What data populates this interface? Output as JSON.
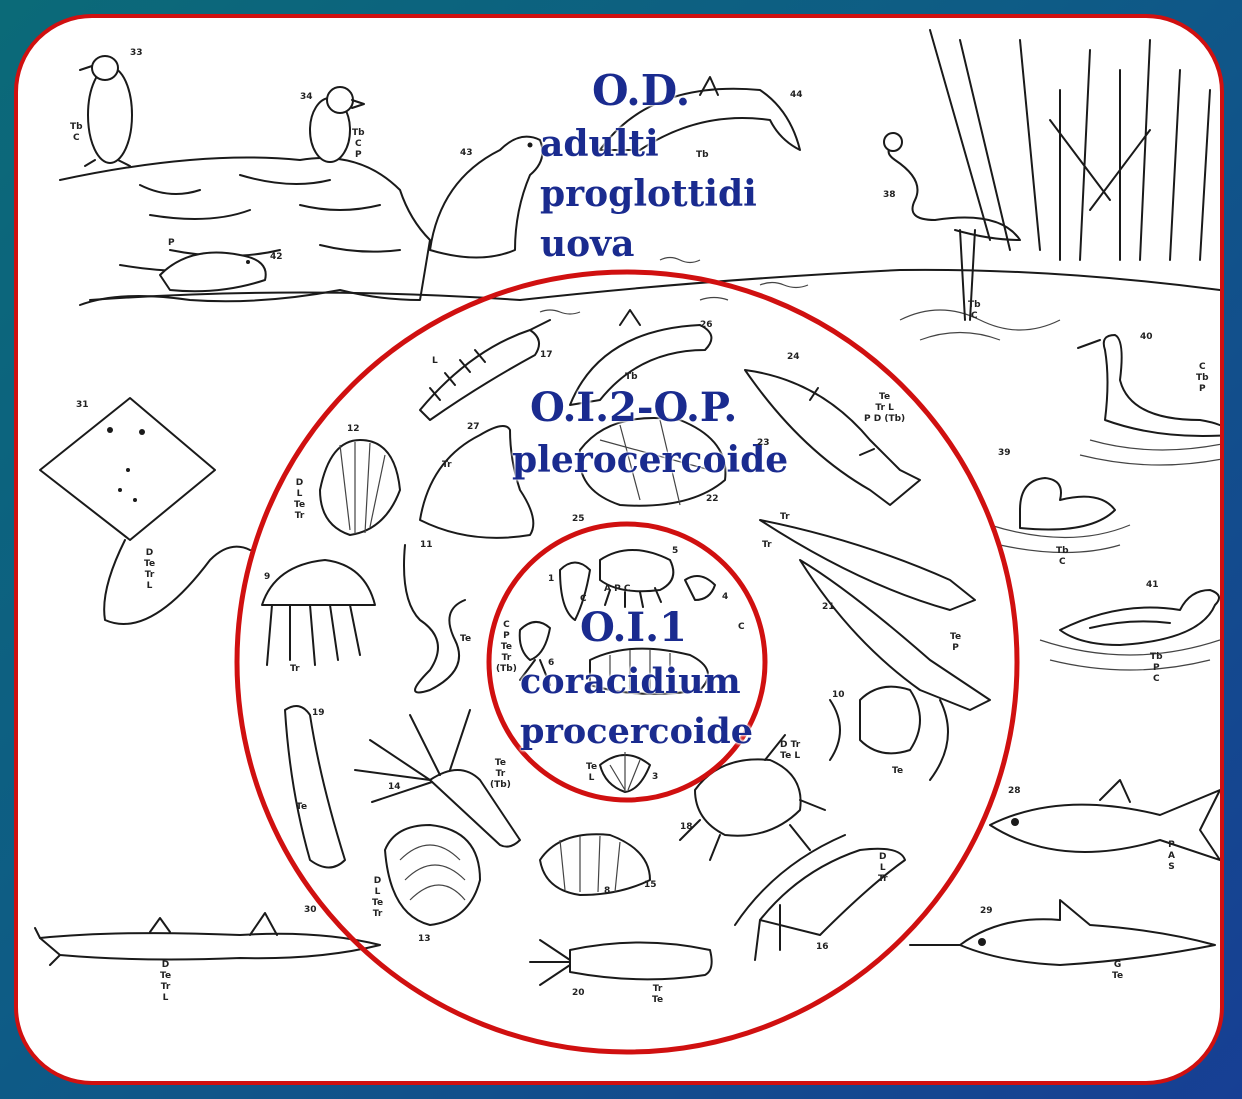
{
  "zones": {
    "outer": {
      "title": "O.D.",
      "lines": [
        "adulti",
        "proglottidi",
        "uova"
      ]
    },
    "middle": {
      "title": "O.I.2-O.P.",
      "subtitle": "plerocercoide"
    },
    "inner": {
      "title": "O.I.1",
      "lines": [
        "coracidium",
        "procercoide"
      ]
    }
  },
  "colors": {
    "ring": "#d01010",
    "label": "#1a2b8f"
  },
  "organisms": [
    {
      "id": "33",
      "codes": "Tb\nC"
    },
    {
      "id": "34",
      "codes": "Tb\nC\nP"
    },
    {
      "id": "42",
      "codes": "P"
    },
    {
      "id": "43",
      "codes": ""
    },
    {
      "id": "44",
      "codes": "Tb"
    },
    {
      "id": "38",
      "codes": "Tb\nC"
    },
    {
      "id": "40",
      "codes": "C\nTb\nP"
    },
    {
      "id": "39",
      "codes": "Tb\nC"
    },
    {
      "id": "41",
      "codes": "Tb\nP\nC"
    },
    {
      "id": "31",
      "codes": "D\nTe\nTr\nL"
    },
    {
      "id": "28",
      "codes": "P\nA\nS"
    },
    {
      "id": "29",
      "codes": "G\nTe"
    },
    {
      "id": "30",
      "codes": "D\nTe\nTr\nL"
    },
    {
      "id": "17",
      "codes": "L"
    },
    {
      "id": "26",
      "codes": "Tb"
    },
    {
      "id": "24",
      "codes": "Te\nTr L\nP D (Tb)"
    },
    {
      "id": "12",
      "codes": "D\nL\nTe\nTr"
    },
    {
      "id": "27",
      "codes": "Tr"
    },
    {
      "id": "23",
      "codes": "Tr"
    },
    {
      "id": "25",
      "codes": ""
    },
    {
      "id": "22",
      "codes": "Tr"
    },
    {
      "id": "9",
      "codes": "Tr"
    },
    {
      "id": "11",
      "codes": "Te"
    },
    {
      "id": "21",
      "codes": "Te\nP"
    },
    {
      "id": "10",
      "codes": "Te"
    },
    {
      "id": "19",
      "codes": "Te"
    },
    {
      "id": "14",
      "codes": "Te\nTr\n(Tb)"
    },
    {
      "id": "18",
      "codes": "D Tr\nTe L"
    },
    {
      "id": "13",
      "codes": "D\nL\nTe\nTr"
    },
    {
      "id": "15",
      "codes": "8"
    },
    {
      "id": "16",
      "codes": "D\nL\nTr"
    },
    {
      "id": "20",
      "codes": "Tr\nTe"
    },
    {
      "id": "1",
      "codes": "C"
    },
    {
      "id": "5",
      "codes": "A P C"
    },
    {
      "id": "4",
      "codes": "C"
    },
    {
      "id": "6",
      "codes": "C\nP\nTe\nTr\n(Tb)"
    },
    {
      "id": "3",
      "codes": "Te\nL"
    }
  ]
}
